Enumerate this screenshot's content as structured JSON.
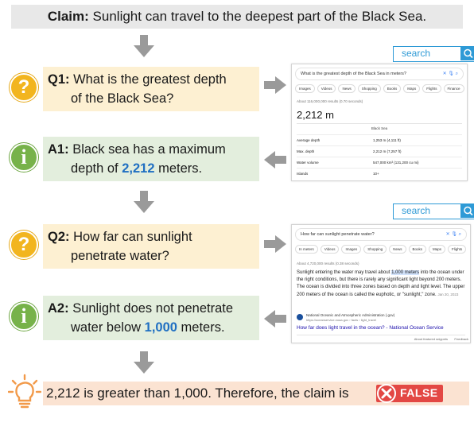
{
  "claim": {
    "label": "Claim:",
    "text": "Sunlight can travel to the deepest part of the Black Sea."
  },
  "q1": {
    "label": "Q1:",
    "line1": "What is the greatest depth",
    "line2": "of the Black Sea?"
  },
  "a1": {
    "label": "A1:",
    "line1": "Black sea has a maximum",
    "line2_pre": "depth of ",
    "line2_num": "2,212",
    "line2_post": " meters."
  },
  "q2": {
    "label": "Q2:",
    "line1": "How far can sunlight",
    "line2": "penetrate water?"
  },
  "a2": {
    "label": "A2:",
    "line1": "Sunlight does not penetrate",
    "line2_pre": "water below ",
    "line2_num": "1,000",
    "line2_post": " meters."
  },
  "search_label": "search",
  "result1": {
    "query": "What is the greatest depth of the Black Sea in meters?",
    "tabs": [
      "Images",
      "Videos",
      "News",
      "Shopping",
      "Books",
      "Maps",
      "Flights",
      "Finance"
    ],
    "meta": "About 116,000,000 results (0.70 seconds)",
    "answer": "2,212 m",
    "table_title": "Black Sea",
    "rows": [
      {
        "k": "Average depth",
        "v": "1,253 m (4,111 ft)"
      },
      {
        "k": "Max. depth",
        "v": "2,212 m (7,257 ft)"
      },
      {
        "k": "Water volume",
        "v": "547,000 km³ (131,200 cu mi)"
      },
      {
        "k": "Islands",
        "v": "10+"
      }
    ]
  },
  "result2": {
    "query": "How far can sunlight penetrate water?",
    "tabs": [
      "In meters",
      "Videos",
      "Images",
      "Shopping",
      "News",
      "Books",
      "Maps",
      "Flights"
    ],
    "meta": "About 4,720,000 results (0.38 seconds)",
    "snippet_pre": "Sunlight entering the water may travel about ",
    "snippet_hl": "1,000 meters",
    "snippet_post": " into the ocean under the right conditions, but there is rarely any significant light beyond 200 meters. The ocean is divided into three zones based on depth and light level. The upper 200 meters of the ocean is called the euphotic, or \"sunlight,\" zone.",
    "snippet_date": "Jan 20, 2023",
    "source": "National Oceanic and Atmospheric Administration (.gov)",
    "source_url": "https://oceanservice.noaa.gov › facts › light_travel",
    "link": "How far does light travel in the ocean? - National Ocean Service",
    "footer_about": "About featured snippets",
    "footer_feedback": "Feedback"
  },
  "conclusion": {
    "text": "2,212 is greater than 1,000. Therefore, the claim is",
    "verdict": "FALSE"
  }
}
